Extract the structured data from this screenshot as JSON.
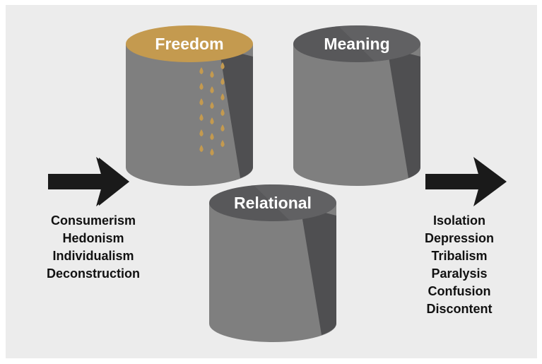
{
  "colors": {
    "background": "#ececec",
    "barrel_body": "#7f7f7f",
    "barrel_shadow": "#4f4f51",
    "barrel_top": "#58585a",
    "freedom_top": "#c49a4f",
    "drops": "#c49a4f",
    "arrow": "#1a1a1a",
    "text": "#111111"
  },
  "barrels": {
    "freedom": {
      "label": "Freedom"
    },
    "meaning": {
      "label": "Meaning"
    },
    "relational": {
      "label": "Relational"
    }
  },
  "causes": [
    "Consumerism",
    "Hedonism",
    "Individualism",
    "Deconstruction"
  ],
  "effects": [
    "Isolation",
    "Depression",
    "Tribalism",
    "Paralysis",
    "Confusion",
    "Discontent"
  ],
  "icons": {
    "arrow_in": "right-arrow-icon",
    "arrow_out": "right-arrow-icon",
    "drops": "water-drop-icon"
  }
}
